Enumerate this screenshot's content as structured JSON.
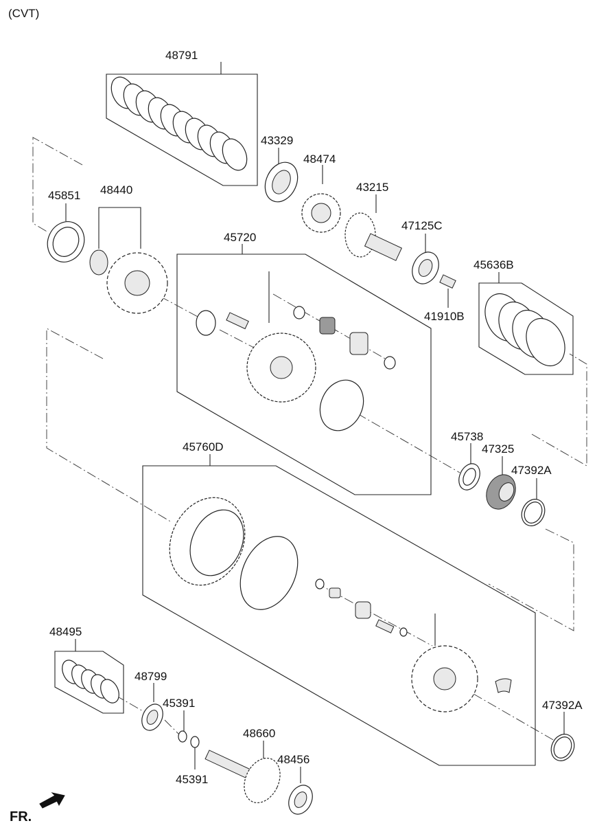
{
  "header": {
    "variant": "(CVT)"
  },
  "direction_indicator": "FR.",
  "parts": {
    "p48791": "48791",
    "p43329": "43329",
    "p48474": "48474",
    "p43215": "43215",
    "p45851": "45851",
    "p48440": "48440",
    "p47125C": "47125C",
    "p45720": "45720",
    "p45636B": "45636B",
    "p41910B": "41910B",
    "p45738": "45738",
    "p45760D": "45760D",
    "p47325": "47325",
    "p47392A_top": "47392A",
    "p48495": "48495",
    "p48799": "48799",
    "p45391_top": "45391",
    "p48660": "48660",
    "p48456": "48456",
    "p45391_bottom": "45391",
    "p47392A_bottom": "47392A"
  }
}
